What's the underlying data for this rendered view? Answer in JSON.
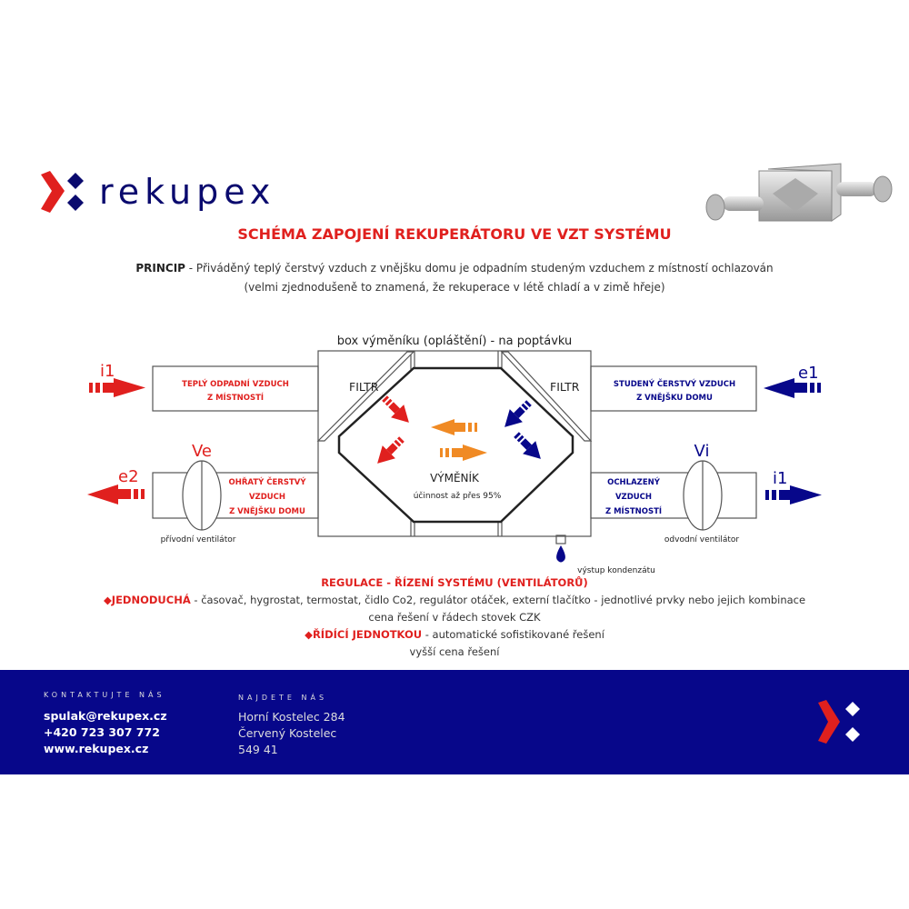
{
  "brand": {
    "name": "rekupex",
    "colors": {
      "red": "#e0201e",
      "navy": "#07078a",
      "orange": "#f08a24"
    }
  },
  "title": "SCHÉMA ZAPOJENÍ REKUPERÁTORU VE VZT SYSTÉMU",
  "princip": {
    "label": "PRINCIP",
    "line1": " - Přiváděný teplý čerstvý vzduch z vnějšku domu je odpadním studeným vzduchem z místností ochlazován",
    "line2": "(velmi zjednodušeně to znamená, že rekuperace v létě chladí a v zimě hřeje)"
  },
  "diagram": {
    "box_label": "box výměníku (opláštění) - na poptávku",
    "filter_left": "FILTR",
    "filter_right": "FILTR",
    "exchanger": "VÝMĚNÍK",
    "efficiency": "účinnost až přes 95%",
    "left_top": {
      "symbol": "i1",
      "line1": "TEPLÝ ODPADNÍ VZDUCH",
      "line2": "Z MÍSTNOSTÍ"
    },
    "left_bottom": {
      "symbol": "e2",
      "fan": "Ve",
      "line1": "OHŘATÝ ČERSTVÝ",
      "line2": "VZDUCH",
      "line3": "Z VNĚJŠKU DOMU",
      "fan_label": "přívodní ventilátor"
    },
    "right_top": {
      "symbol": "e1",
      "line1": "STUDENÝ ČERSTVÝ VZDUCH",
      "line2": "Z VNĚJŠKU DOMU"
    },
    "right_bottom": {
      "symbol": "i1",
      "fan": "Vi",
      "line1": "OCHLAZENÝ",
      "line2": "VZDUCH",
      "line3": "Z MÍSTNOSTÍ",
      "fan_label": "odvodní ventilátor"
    },
    "condensate": "výstup kondenzátu"
  },
  "regulation": {
    "title": "REGULACE - ŘÍZENÍ SYSTÉMU (VENTILÁTORŮ)",
    "simple_label": "JEDNODUCHÁ",
    "simple_text": " - časovač, hygrostat, termostat, čidlo Co2, regulátor otáček, externí tlačítko - jednotlivé prvky nebo jejich kombinace",
    "simple_price": "cena řešení v řádech stovek CZK",
    "unit_label": "ŘÍDÍCÍ JEDNOTKOU",
    "unit_text": " - automatické sofistikované řešení",
    "unit_price": "vyšší cena řešení"
  },
  "footer": {
    "contact_heading": "KONTAKTUJTE NÁS",
    "email": "spulak@rekupex.cz",
    "phone": "+420 723 307 772",
    "web": "www.rekupex.cz",
    "find_heading": "NAJDETE NÁS",
    "address1": "Horní Kostelec 284",
    "address2": "Červený Kostelec",
    "address3": "549 41"
  }
}
